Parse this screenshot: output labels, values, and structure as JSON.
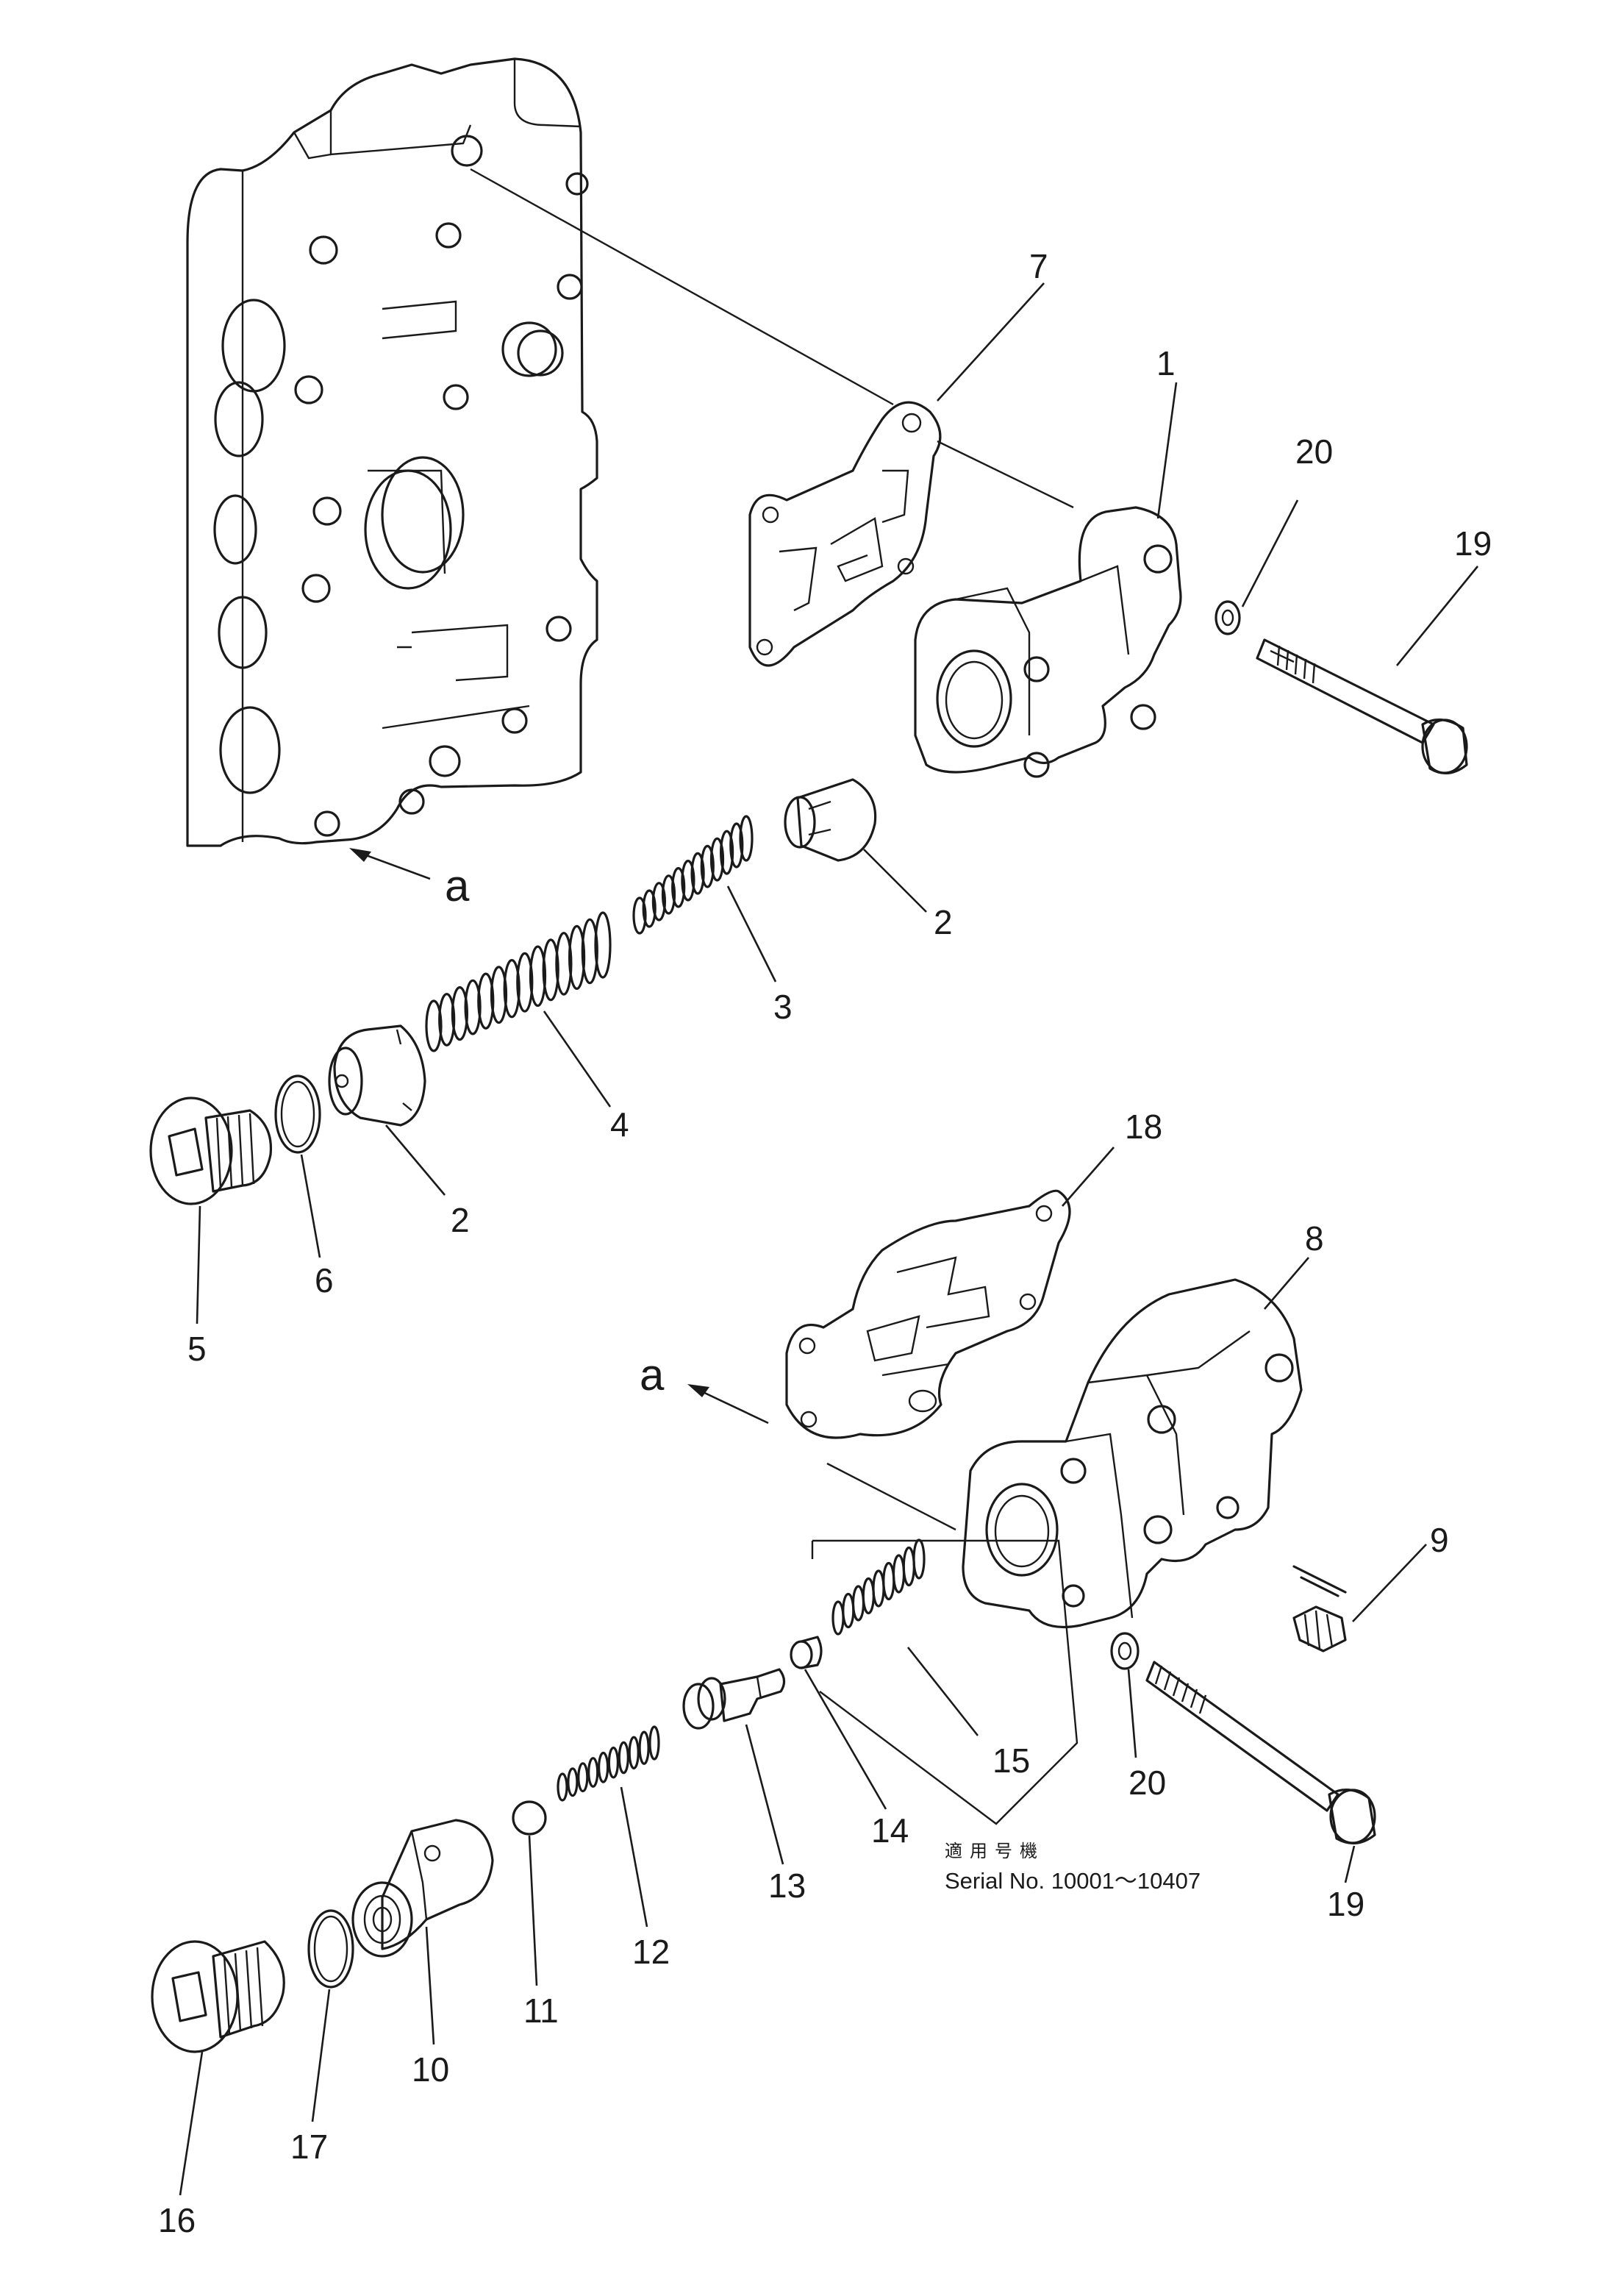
{
  "callouts": {
    "c1": "1",
    "c2a": "2",
    "c2b": "2",
    "c3": "3",
    "c4": "4",
    "c5": "5",
    "c6": "6",
    "c7": "7",
    "c8": "8",
    "c9": "9",
    "c10": "10",
    "c11": "11",
    "c12": "12",
    "c13": "13",
    "c14": "14",
    "c15": "15",
    "c16": "16",
    "c17": "17",
    "c18": "18",
    "c19a": "19",
    "c19b": "19",
    "c20a": "20",
    "c20b": "20"
  },
  "view_refs": {
    "upper": "a",
    "lower": "a"
  },
  "applicability_note": {
    "jp": "適用号機",
    "serial": "Serial No. 10001～10407"
  }
}
